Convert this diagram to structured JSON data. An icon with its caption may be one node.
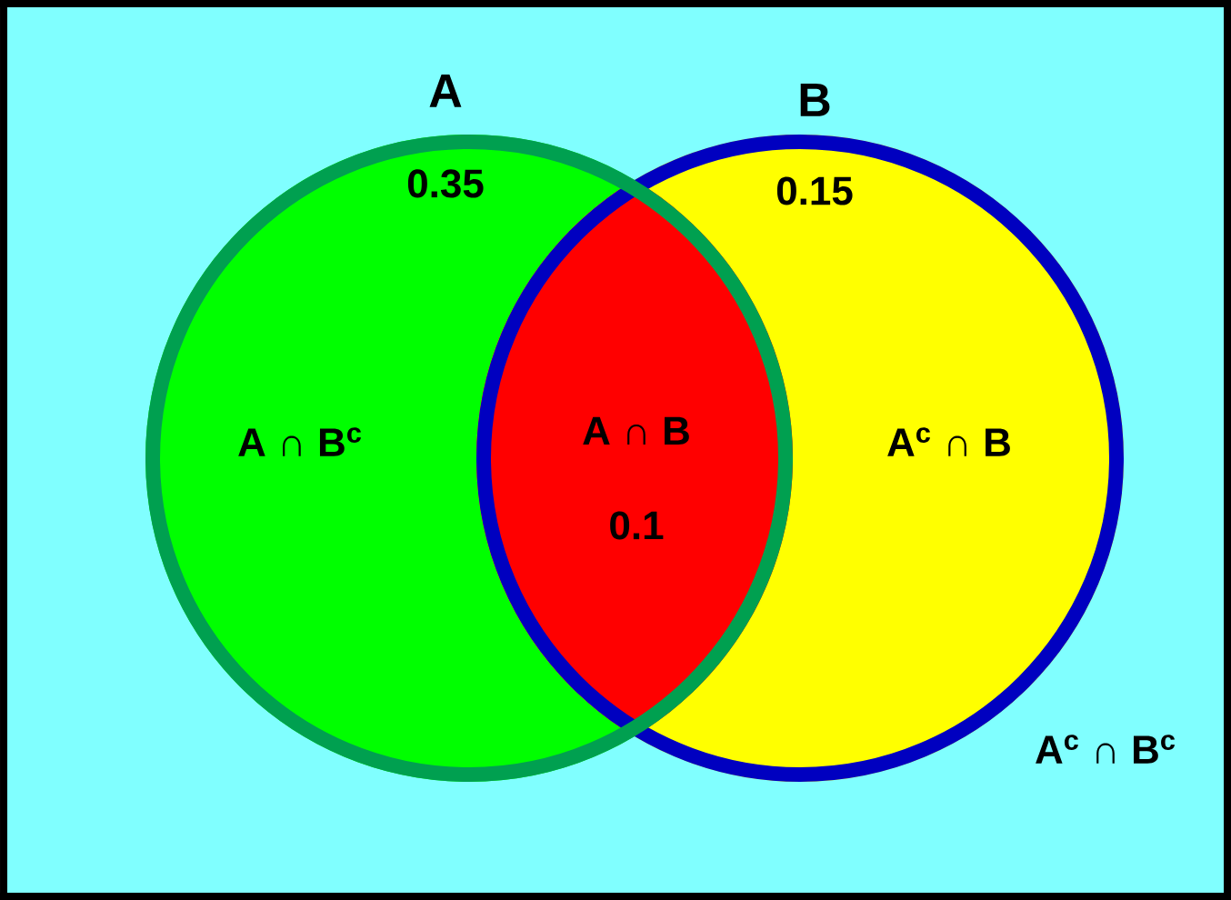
{
  "diagram": {
    "nodes": [
      {
        "text": [
          "A",
          "0.35",
          "A ∩ B$^{c}$"
        ]
      },
      {
        "text": [
          "B",
          "0.15",
          "A$^{c}$ ∩ B"
        ]
      }
    ],
    "labels": [
      "A ∩ B",
      "0.1",
      "A$^{c}$ ∩ B$^{c}$"
    ]
  }
}
